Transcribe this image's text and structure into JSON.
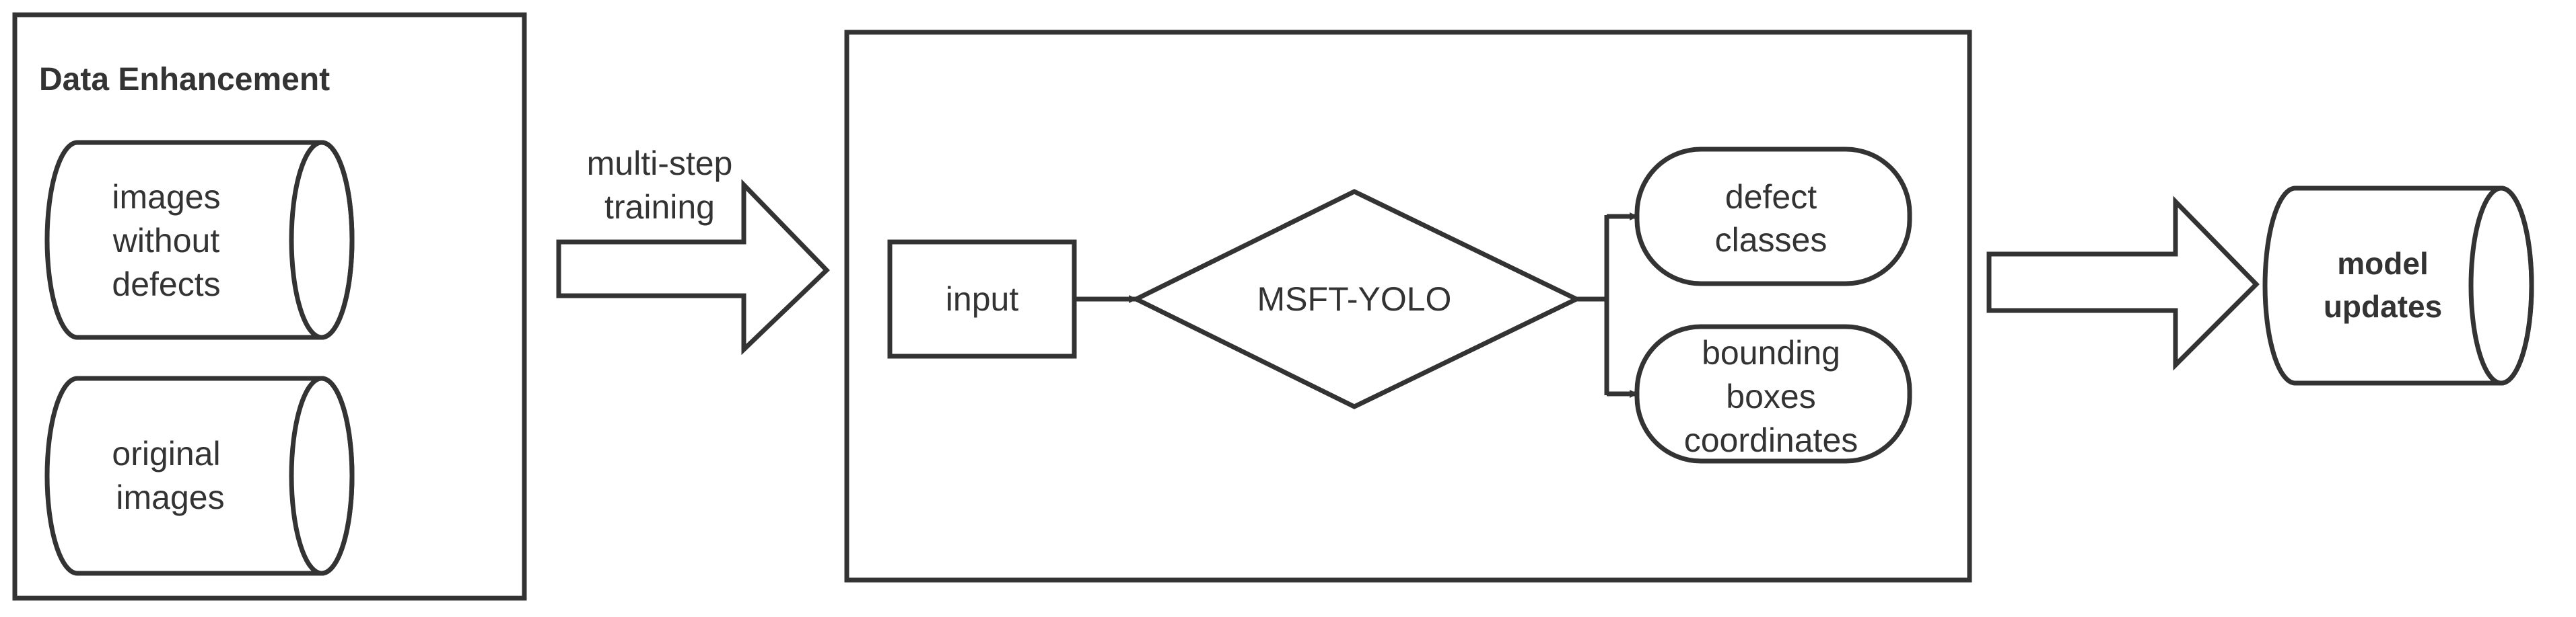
{
  "left_panel": {
    "title": "Data Enhancement",
    "db_top": [
      "images",
      "without",
      "defects"
    ],
    "db_bottom": [
      "original",
      "images"
    ]
  },
  "arrow_left": {
    "label": [
      "multi-step",
      "training"
    ]
  },
  "center_panel": {
    "input_label": "input",
    "model_label": "MSFT-YOLO",
    "output_top": [
      "defect",
      "classes"
    ],
    "output_bottom": [
      "bounding",
      "boxes",
      "coordinates"
    ]
  },
  "right_db": {
    "label": [
      "model",
      "updates"
    ]
  },
  "colors": {
    "stroke": "#333333",
    "text": "#333333",
    "background": "#ffffff"
  }
}
